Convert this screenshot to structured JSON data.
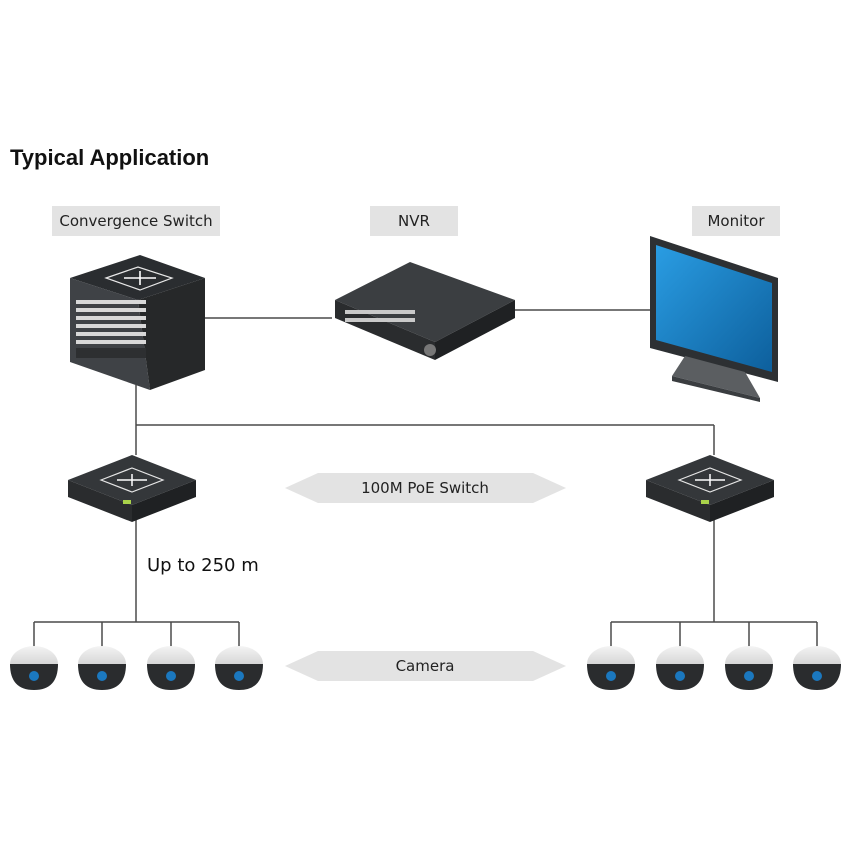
{
  "title": "Typical Application",
  "labels": {
    "convergence_switch": "Convergence Switch",
    "nvr": "NVR",
    "monitor": "Monitor",
    "poe_switch": "100M PoE Switch",
    "camera": "Camera",
    "distance": "Up to 250 m"
  },
  "colors": {
    "device_dark": "#3a3d40",
    "device_top": "#2b2e30",
    "screen_blue": "#1a7fc6",
    "line": "#4a4a4a",
    "tag_bg": "#e3e3e3",
    "arrow_bg": "#e3e3e3"
  }
}
